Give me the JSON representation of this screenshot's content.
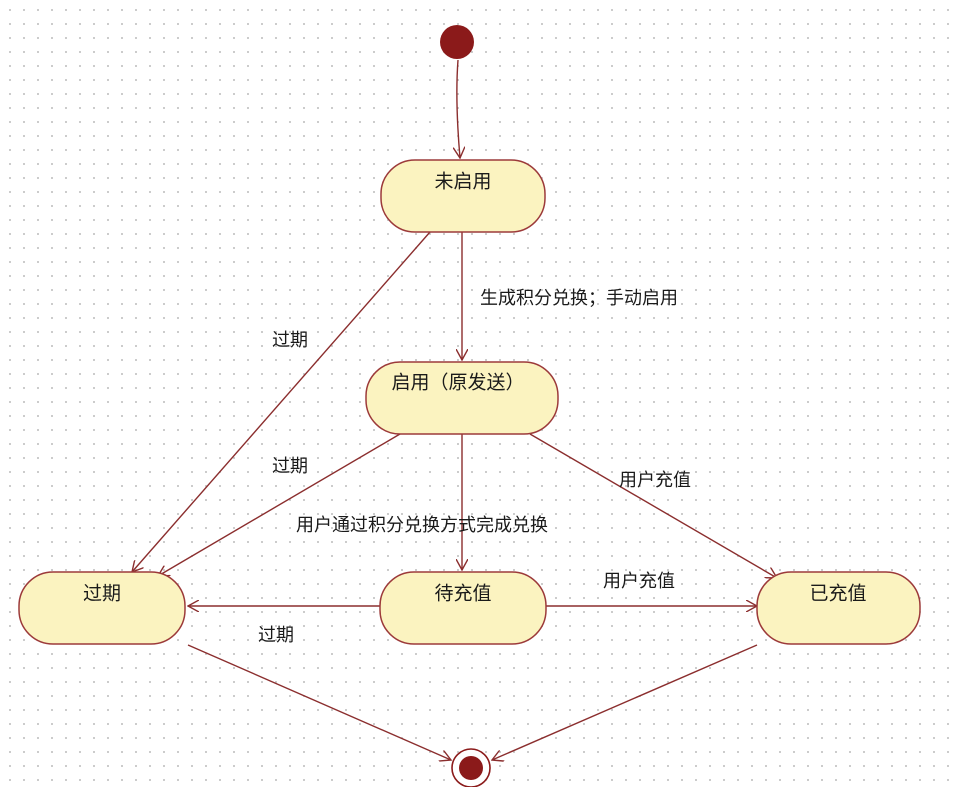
{
  "states": {
    "not_enabled": "未启用",
    "enabled": "启用（原发送）",
    "expired": "过期",
    "pending_recharge": "待充值",
    "recharged": "已充值"
  },
  "transitions": {
    "generate_or_manual_enable": "生成积分兑换；手动启用",
    "expire_from_not_enabled": "过期",
    "expire_from_enabled": "过期",
    "user_recharge_from_enabled": "用户充值",
    "user_exchange_via_points": "用户通过积分兑换方式完成兑换",
    "user_recharge_from_pending": "用户充值",
    "expire_from_pending": "过期"
  },
  "colors": {
    "state_fill": "#fbf3c0",
    "state_border": "#9c3a3a",
    "edge": "#8b2e2e",
    "node": "#8b1a1a"
  }
}
